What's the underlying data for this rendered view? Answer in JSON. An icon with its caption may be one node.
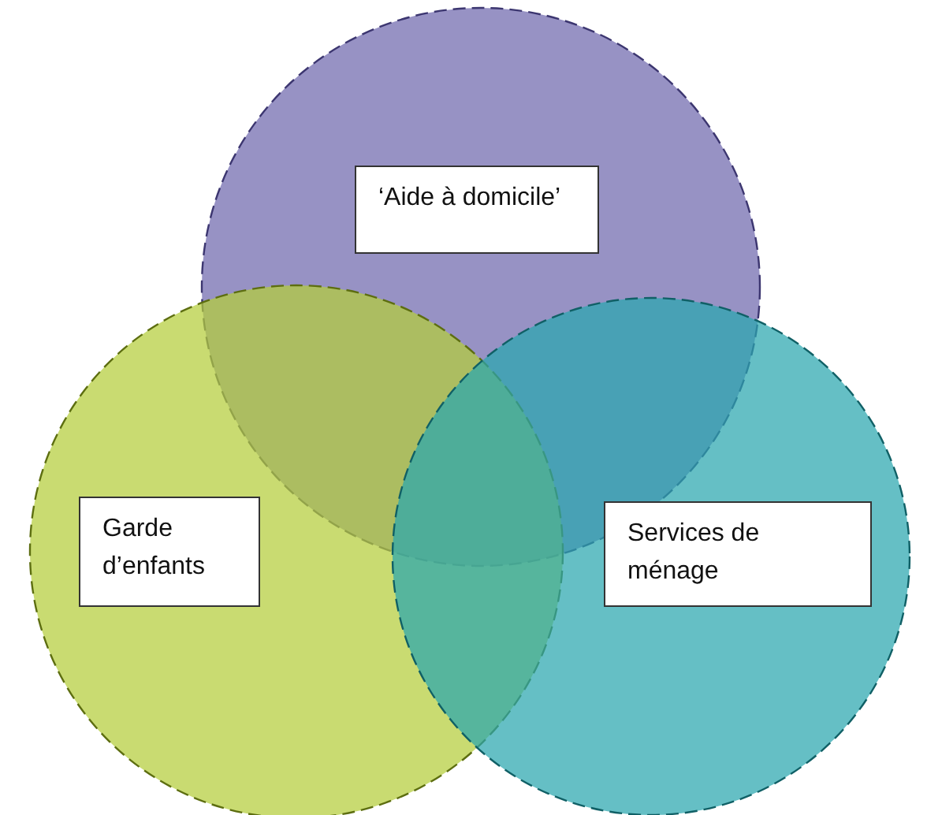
{
  "diagram": {
    "nodes": [
      {
        "text": [],
        "shape": "circle"
      },
      {
        "text": [
          "‘Aide à domicile’"
        ],
        "in": 0
      },
      {
        "text": [],
        "shape": "circle"
      },
      {
        "text": [
          "Garde d’enfants"
        ],
        "in": 2
      },
      {
        "text": [],
        "shape": "circle"
      },
      {
        "text": [
          "Services de ménage"
        ],
        "in": 4
      }
    ],
    "edges": []
  }
}
